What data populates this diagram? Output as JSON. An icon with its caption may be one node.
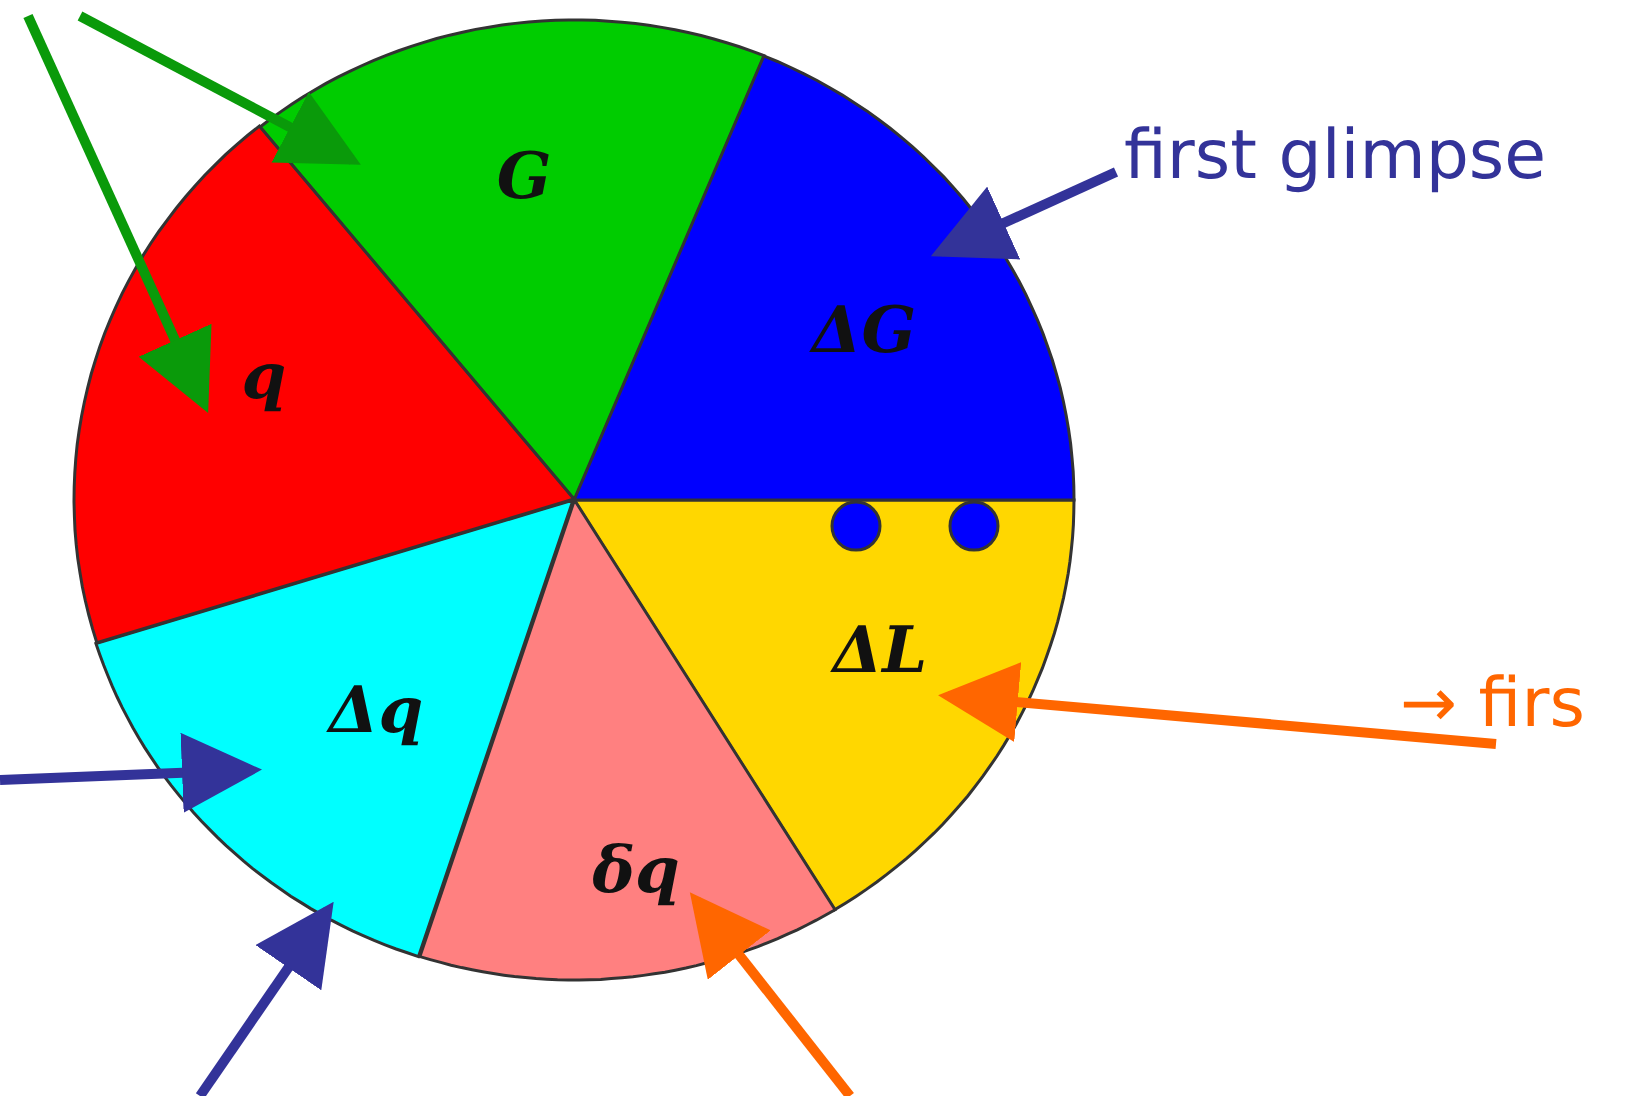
{
  "diagram": {
    "nodes": [
      {
        "text": [
          "G"
        ]
      },
      {
        "text": [
          "ΔG"
        ]
      },
      {
        "text": [
          "ΔL"
        ]
      },
      {
        "text": [
          "δq"
        ]
      },
      {
        "text": [
          "Δq"
        ]
      },
      {
        "text": [
          "q"
        ]
      },
      {
        "text": [
          "first glimpse"
        ]
      },
      {
        "text": [
          "→ firs"
        ]
      }
    ],
    "edges": [
      {
        "from": null,
        "to": 0,
        "arrow": "to",
        "color": "#0a9a0a"
      },
      {
        "from": null,
        "to": 5,
        "arrow": "to",
        "color": "#0a9a0a"
      },
      {
        "from": 6,
        "to": 1,
        "arrow": "to",
        "color": "#333399"
      },
      {
        "from": 7,
        "to": 2,
        "arrow": "to",
        "color": "#ff6600"
      },
      {
        "from": null,
        "to": 4,
        "arrow": "to",
        "color": "#333399"
      },
      {
        "from": null,
        "to": 4,
        "arrow": "to",
        "color": "#333399"
      },
      {
        "from": null,
        "to": 3,
        "arrow": "to",
        "color": "#ff6600"
      }
    ]
  }
}
